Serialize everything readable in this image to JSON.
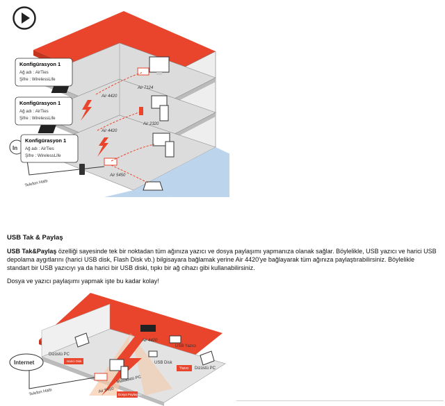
{
  "top_diagram": {
    "configs": [
      {
        "title": "Konfigürasyon 1",
        "ssid_label": "Ağ adı",
        "ssid": "AirTies",
        "pass_label": "Şifre",
        "pass": "WirelessLife"
      },
      {
        "title": "Konfigürasyon 1",
        "ssid_label": "Ağ adı",
        "ssid": "AirTies",
        "pass_label": "Şifre",
        "pass": "WirelessLife"
      },
      {
        "title": "Konfigürasyon 1",
        "ssid_label": "Ağ adı",
        "ssid": "AirTies",
        "pass_label": "Şifre",
        "pass": "WirelessLife"
      }
    ],
    "labels": {
      "air4420_a": "Air 4420",
      "air7124": "Air 7124",
      "air4420_b": "Air 4420",
      "air2320": "Air 2320",
      "air5450": "Air 5450",
      "internet_partial": "In",
      "phone_line": "Telefon Hattı"
    }
  },
  "section": {
    "title": "USB Tak & Paylaş",
    "desc_bold": "USB Tak&Paylaş",
    "desc_rest": " özelliği sayesinde  tek bir noktadan tüm ağınıza yazıcı ve dosya paylaşımı yapmanıza olanak sağlar. Böylelikle, USB yazıcı ve harici USB depolama aygıtlarını (harici USB disk, Flash Disk vb.) bilgisayara bağlamak yerine Air 4420'ye bağlayarak tüm ağınıza paylaştırabilirsiniz. Böylelikle standart bir USB yazıcıyı ya da harici bir USB diski, tıpkı bir ağ  cihazı gibi kullanabilirsiniz.",
    "tagline": "Dosya ve yazıcı paylaşımı yapmak işte bu kadar kolay!"
  },
  "bottom_diagram": {
    "labels": {
      "internet": "Internet",
      "phone_line": "Telefon Hattı",
      "laptop_left": "Dizüstü PC",
      "tag_left": "Harici Disk",
      "air4420": "Air 4420",
      "usb_printer": "USB Yazıcı",
      "usb_disk": "USB Disk",
      "laptop_right": "Dizüstü PC",
      "tag_right": "Yazıcı",
      "desktop": "Masaüstü PC",
      "air5450": "Air 5450",
      "tag_bottom": "Dosya Paylaşımı"
    }
  },
  "colors": {
    "roof": "#e8452c",
    "accent": "#e8452c",
    "floor": "#bcd4ec"
  }
}
